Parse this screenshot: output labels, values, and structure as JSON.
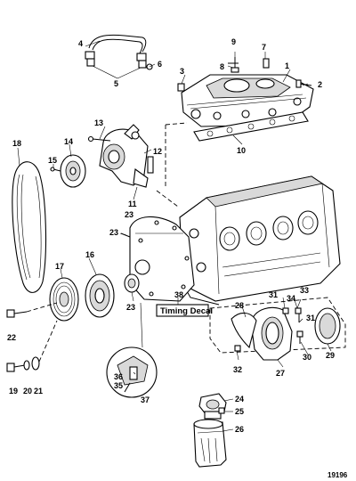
{
  "diagram": {
    "figure_number": "19196",
    "decal_label": "Timing Decal",
    "callouts": [
      "1",
      "2",
      "3",
      "4",
      "5",
      "6",
      "7",
      "8",
      "9",
      "10",
      "11",
      "12",
      "13",
      "14",
      "15",
      "16",
      "17",
      "18",
      "19",
      "20",
      "21",
      "22",
      "23",
      "23",
      "23",
      "24",
      "25",
      "26",
      "27",
      "28",
      "29",
      "30",
      "31",
      "31",
      "32",
      "33",
      "34",
      "35",
      "36",
      "37",
      "38"
    ]
  }
}
